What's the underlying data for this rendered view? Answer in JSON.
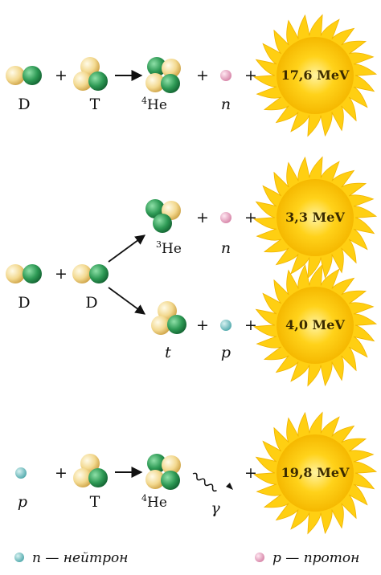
{
  "reactions": [
    {
      "reactants": [
        "D",
        "T"
      ],
      "products": [
        {
          "symbol": "He",
          "mass": "4"
        },
        {
          "symbol": "n"
        }
      ],
      "energy": "17,6 MeV"
    },
    {
      "reactants": [
        "D",
        "D"
      ],
      "branches": [
        {
          "products": [
            {
              "symbol": "He",
              "mass": "3"
            },
            {
              "symbol": "n"
            }
          ],
          "energy": "3,3 MeV"
        },
        {
          "products": [
            {
              "symbol": "t"
            },
            {
              "symbol": "p"
            }
          ],
          "energy": "4,0 MeV"
        }
      ]
    },
    {
      "reactants": [
        "p",
        "T"
      ],
      "products": [
        {
          "symbol": "He",
          "mass": "4"
        },
        {
          "symbol": "γ"
        }
      ],
      "energy": "19,8 MeV"
    }
  ],
  "plus": "+",
  "legend": {
    "neutron": "n — нейтрон",
    "proton": "p — протон"
  },
  "colors": {
    "neutron": "#2e9a55",
    "proton": "#f3d990",
    "small_neutron": "#6ec1c4",
    "small_proton": "#f2aac8",
    "sun": "#ffd21a"
  }
}
